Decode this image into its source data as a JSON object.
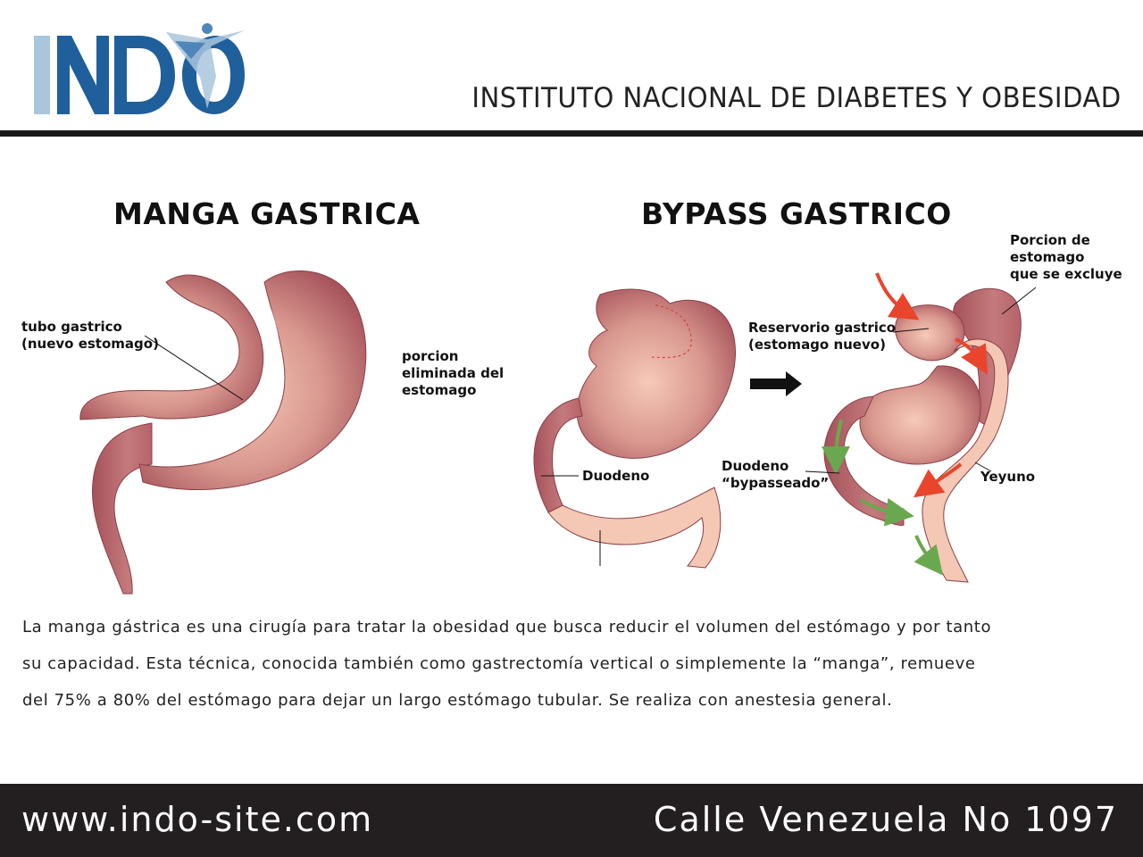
{
  "header": {
    "logo_text": "INDO",
    "institute_name": "INSTITUTO NACIONAL DE DIABETES Y OBESIDAD"
  },
  "sections": {
    "left_title": "MANGA GASTRICA",
    "right_title": "BYPASS GASTRICO"
  },
  "labels": {
    "tubo_gastrico": [
      "tubo gastrico",
      "(nuevo estomago)"
    ],
    "porcion_eliminada": [
      "porcion",
      "eliminada del",
      "estomago"
    ],
    "duodeno": "Duodeno",
    "reservorio": [
      "Reservorio gastrico",
      "(estomago nuevo)"
    ],
    "porcion_excluye": [
      "Porcion de",
      "estomago",
      "que se excluye"
    ],
    "duodeno_bypass": [
      "Duodeno",
      "“bypasseado”"
    ],
    "yeyuno": "Yeyuno"
  },
  "description": [
    "La manga gástrica es una cirugía para tratar la obesidad que busca reducir el volumen del estómago y por tanto",
    "su capacidad. Esta técnica, conocida también como gastrectomía vertical o simplemente la “manga”, remueve",
    "del 75% a 80% del estómago para dejar un largo estómago tubular. Se realiza con anestesia general."
  ],
  "footer": {
    "website": "www.indo-site.com",
    "address": "Calle Venezuela No 1097"
  },
  "colors": {
    "logo_blue": "#1f5f9b",
    "logo_light_blue": "#a9c6dc",
    "stomach_light": "#f3c6b6",
    "stomach_mid": "#d48f88",
    "stomach_dark": "#9c4b52",
    "jejunum": "#f4c8b4",
    "arrow_red": "#e8452c",
    "arrow_green": "#6aa84f",
    "footer_bg": "#231f20"
  }
}
